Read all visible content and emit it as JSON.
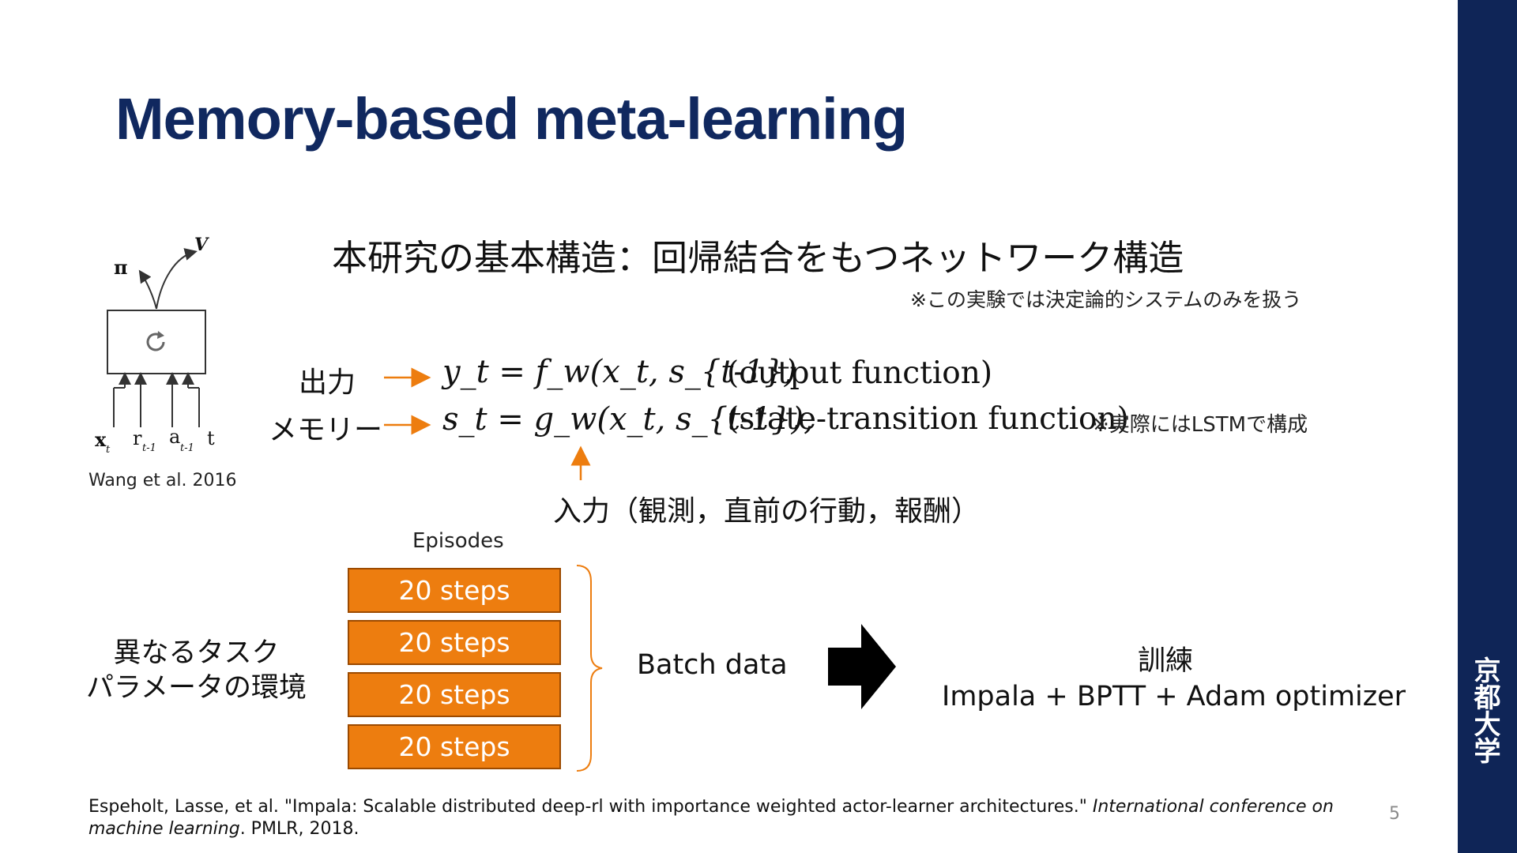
{
  "slide": {
    "title": "Memory-based meta-learning",
    "heading": "本研究の基本構造：回帰結合をもつネットワーク構造",
    "note_deterministic": "※この実験では決定論的システムのみを扱う",
    "note_lstm": "※実際にはLSTMで構成",
    "page_number": "5"
  },
  "diagram": {
    "output_pi": "π",
    "output_v": "V",
    "loop_icon": "refresh-icon",
    "inputs": {
      "x": "x",
      "x_sub": "t",
      "r": "r",
      "r_sub": "t-1",
      "a": "a",
      "a_sub": "t-1",
      "t": "t"
    },
    "citation": "Wang et al. 2016"
  },
  "equations": {
    "output_label": "出力",
    "memory_label": "メモリー",
    "output_eq": "y_t = f_w(x_t, s_{t-1})",
    "memory_eq": "s_t = g_w(x_t, s_{t-1}),",
    "output_fn": "(output function)",
    "memory_fn": "(state-transition function)",
    "input_label": "入力（観測，直前の行動，報酬）"
  },
  "batch": {
    "episodes_label": "Episodes",
    "steps": [
      "20 steps",
      "20 steps",
      "20 steps",
      "20 steps"
    ],
    "batch_label": "Batch data",
    "tasks_line1": "異なるタスク",
    "tasks_line2": "パラメータの環境",
    "training_label": "訓練",
    "training_method": "Impala + BPTT + Adam optimizer"
  },
  "reference": {
    "plain": "Espeholt, Lasse, et al. \"Impala: Scalable distributed deep-rl with importance weighted actor-learner architectures.\" ",
    "italic": "International conference on machine learning",
    "tail": ". PMLR, 2018."
  },
  "branding": {
    "logo_chars": [
      "京",
      "都",
      "大",
      "学"
    ]
  },
  "colors": {
    "title": "#10285f",
    "sidebar": "#0f2557",
    "accent_orange": "#ed7d0f"
  }
}
